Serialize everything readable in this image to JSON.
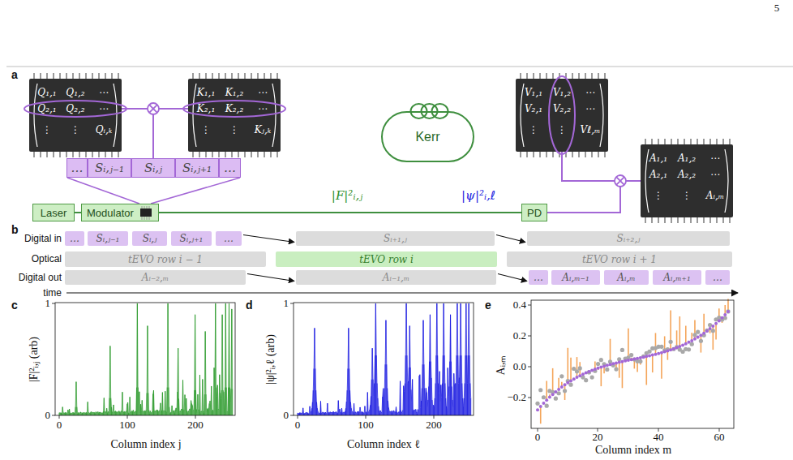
{
  "diagram": {
    "nodes": [
      {
        "text": [
          "Q₁,₁",
          "Q₁,₂",
          "⋯",
          "Q₂,₁",
          "Q₂,₂",
          "⋯",
          "⋮",
          "⋮",
          "Qᵢ,ₖ"
        ]
      },
      {
        "text": [
          "K₁,₁",
          "K₁,₂",
          "⋯",
          "K₂,₁",
          "K₂,₂",
          "⋯",
          "⋮",
          "⋮",
          "Kⱼ,ₖ"
        ]
      },
      {
        "text": [
          "V₁,₁",
          "V₁,₂",
          "⋯",
          "V₂,₁",
          "V₂,₂",
          "⋯",
          "⋮",
          "⋮",
          "Vℓ,ₘ"
        ]
      },
      {
        "text": [
          "A₁,₁",
          "A₁,₂",
          "⋯",
          "A₂,₁",
          "A₂,₂",
          "⋯",
          "⋮",
          "⋮",
          "Aᵢ,ₘ"
        ]
      },
      {
        "text": [
          "…"
        ]
      },
      {
        "text": [
          "Sᵢ,ⱼ₋₁"
        ]
      },
      {
        "text": [
          "Sᵢ,ⱼ"
        ]
      },
      {
        "text": [
          "Sᵢ,ⱼ₊₁"
        ]
      },
      {
        "text": [
          "…"
        ]
      },
      {
        "text": [
          "Laser"
        ]
      },
      {
        "text": [
          "Modulator"
        ]
      },
      {
        "text": [
          "Kerr"
        ]
      },
      {
        "text": [
          "PD"
        ]
      },
      {
        "text": [
          "…"
        ]
      },
      {
        "text": [
          "Sᵢ,ⱼ₋₁"
        ]
      },
      {
        "text": [
          "Sᵢ,ⱼ"
        ]
      },
      {
        "text": [
          "Sᵢ,ⱼ₊₁"
        ]
      },
      {
        "text": [
          "…"
        ]
      },
      {
        "text": [
          "Sᵢ₊₁,ⱼ"
        ]
      },
      {
        "text": [
          "Sᵢ₊₂,ⱼ"
        ]
      },
      {
        "text": [
          "tEVO row i − 1"
        ]
      },
      {
        "text": [
          "tEVO row i"
        ]
      },
      {
        "text": [
          "tEVO row i + 1"
        ]
      },
      {
        "text": [
          "Aᵢ₋₂,ₘ"
        ]
      },
      {
        "text": [
          "Aᵢ₋₁,ₘ"
        ]
      },
      {
        "text": [
          "…"
        ]
      },
      {
        "text": [
          "Aᵢ,ₘ₋₁"
        ]
      },
      {
        "text": [
          "Aᵢ,ₘ"
        ]
      },
      {
        "text": [
          "Aᵢ,ₘ₊₁"
        ]
      },
      {
        "text": [
          "…"
        ]
      }
    ],
    "edges": [
      {
        "from": 9,
        "to": 10,
        "arrow": "none"
      },
      {
        "from": 10,
        "to": 12,
        "arrow": "none"
      },
      {
        "from": 0,
        "to": 6,
        "arrow": "none"
      },
      {
        "from": 1,
        "to": 6,
        "arrow": "none"
      },
      {
        "from": 2,
        "to": 3,
        "arrow": "none"
      },
      {
        "from": 12,
        "to": 3,
        "arrow": "none"
      },
      {
        "from": 17,
        "to": 18,
        "arrow": "to"
      },
      {
        "from": 18,
        "to": 19,
        "arrow": "to"
      },
      {
        "from": 23,
        "to": 24,
        "arrow": "to"
      },
      {
        "from": 24,
        "to": 25,
        "arrow": "to"
      }
    ],
    "labels": [
      "5",
      "a",
      "|F|²ᵢ,ⱼ",
      "|ψ|²ᵢ,ℓ",
      "b",
      "Digital in",
      "Optical",
      "Digital out",
      "time",
      "c",
      "0",
      "1",
      "0",
      "100",
      "200",
      "|F|²ᵢ,ⱼ (arb)",
      "Column index j",
      "d",
      "0",
      "1",
      "0",
      "100",
      "200",
      "|ψ|²ᵢ,ℓ (arb)",
      "Column index ℓ",
      "e",
      "−0.2",
      "0.0",
      "0.2",
      "0.4",
      "0",
      "20",
      "40",
      "60",
      "Aᵢ,ₘ",
      "Column index m"
    ]
  }
}
